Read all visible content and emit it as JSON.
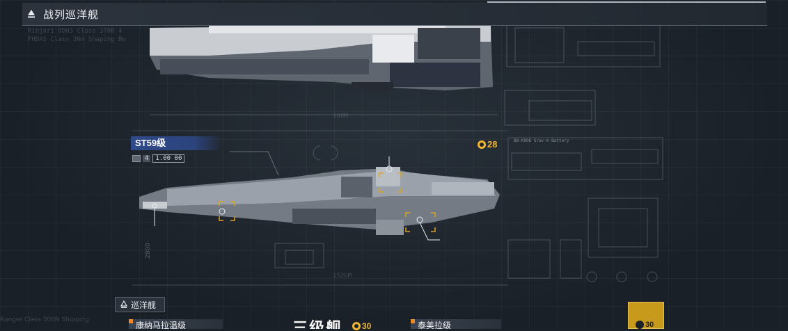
{
  "header": {
    "title": "战列巡洋舰"
  },
  "ship": {
    "name": "ST59级",
    "stat_count": "4",
    "stat_value": "1.00",
    "stat_unit": "00",
    "cost": "28"
  },
  "category_tab": {
    "label": "巡洋舰"
  },
  "cards": [
    {
      "label": "康纳马拉温级",
      "cost": ""
    },
    {
      "label": "泰美拉级",
      "cost": "30"
    }
  ],
  "gold_tile": {
    "cost": "30"
  },
  "subtitle": {
    "text": "三级舰"
  },
  "blueprint": {
    "top_left_1": "Rinjari DD03 Class 3700 4",
    "top_left_2": "FHDAS Class 3N4 Shaping Bo",
    "dim_top": "160M",
    "dim_bottom": "152UM",
    "side_label": "BB-K006 Grav-m Battery",
    "bottom_left": "Ranger Class 300N Shipping",
    "rot_label": "2800"
  },
  "colors": {
    "accent_gold": "#f2b632",
    "label_blue": "#2f4a8a",
    "card_tick": "#f08a24"
  }
}
